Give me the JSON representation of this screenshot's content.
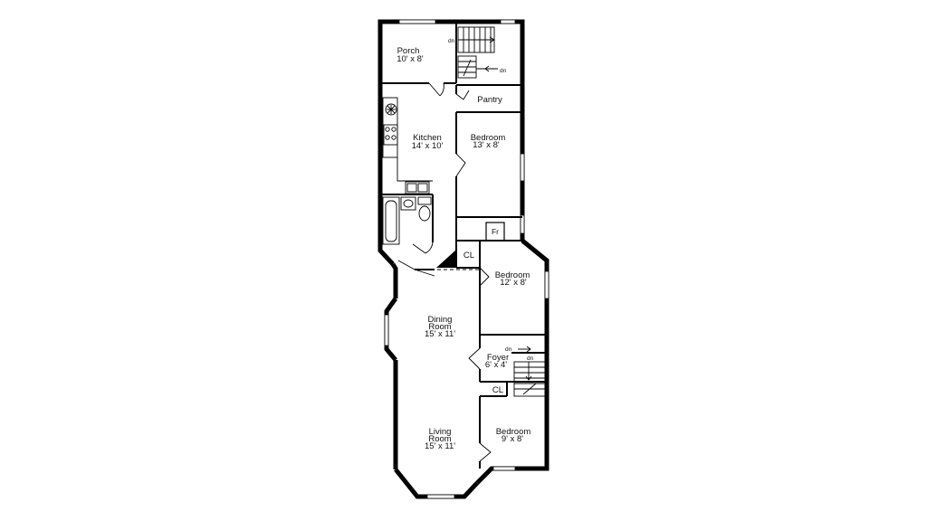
{
  "rooms": {
    "porch": {
      "name": "Porch",
      "size": "10' x 8'"
    },
    "pantry": {
      "name": "Pantry"
    },
    "kitchen": {
      "name": "Kitchen",
      "size": "14' x 10'"
    },
    "bedroom_1": {
      "name": "Bedroom",
      "size": "13' x 8'"
    },
    "fr": {
      "name": "Fr"
    },
    "cl_1": {
      "name": "CL"
    },
    "bedroom_2": {
      "name": "Bedroom",
      "size": "12' x 8'"
    },
    "dining": {
      "name_line1": "Dining",
      "name_line2": "Room",
      "size": "15' x 11'"
    },
    "foyer": {
      "name": "Foyer",
      "size": "6' x 4'"
    },
    "cl_2": {
      "name": "CL"
    },
    "living": {
      "name_line1": "Living",
      "name_line2": "Room",
      "size": "15' x 11'"
    },
    "bedroom_3": {
      "name": "Bedroom",
      "size": "9' x 8'"
    }
  },
  "stairs": {
    "top_down": "dn",
    "top_down_2": "dn",
    "foyer_down": "dn",
    "foyer_down_2": "dn"
  }
}
